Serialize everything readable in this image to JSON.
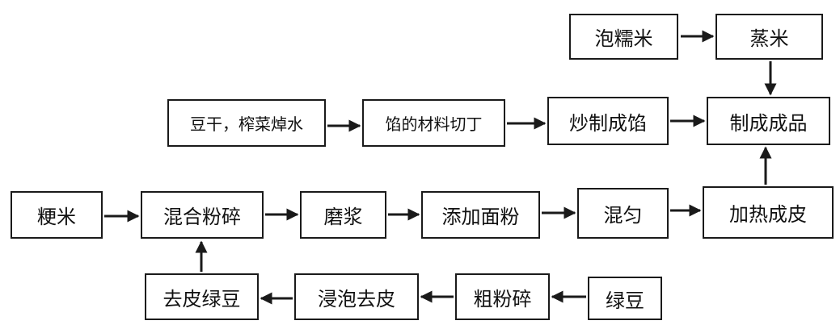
{
  "diagram": {
    "nodes": {
      "paoNuomi": "泡糯米",
      "zhengMi": "蒸米",
      "douGan": "豆干，榨菜焯水",
      "xianCailiao": "馅的材料切丁",
      "chaoZhi": "炒制成馅",
      "zhiCheng": "制成成品",
      "gengMi": "粳米",
      "hunheFensui": "混合粉碎",
      "mojiang": "磨浆",
      "tianjia": "添加面粉",
      "hunyun": "混匀",
      "jiare": "加热成皮",
      "qupiLvdou": "去皮绿豆",
      "jinpao": "浸泡去皮",
      "cufensui": "粗粉碎",
      "lvdou": "绿豆"
    },
    "colors": {
      "stroke": "#1a1a1a",
      "text": "#111111",
      "background": "#ffffff"
    }
  }
}
